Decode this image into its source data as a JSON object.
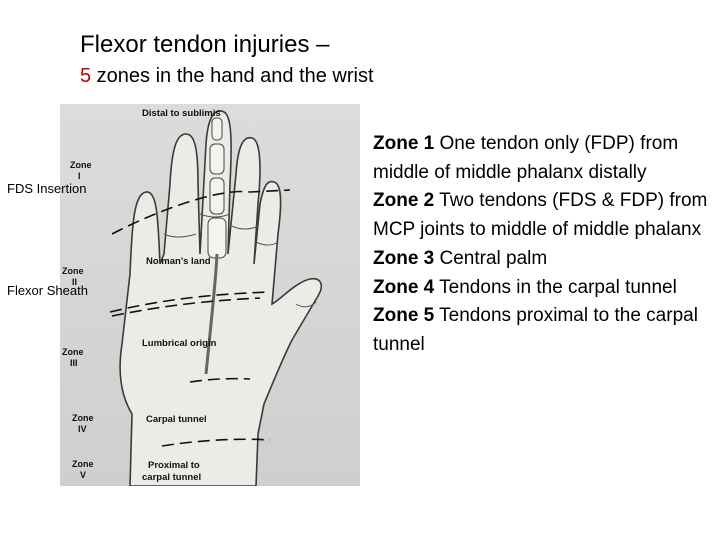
{
  "slide": {
    "title": "Flexor tendon injuries –",
    "subtitle_number": "5",
    "subtitle_rest": " zones in the hand and the wrist"
  },
  "figure": {
    "labels": {
      "distal": "Distal to sublimis",
      "zone1_word": "Zone",
      "zone1_num": "I",
      "zone2_word": "Zone",
      "zone2_num": "II",
      "zone3_word": "Zone",
      "zone3_num": "III",
      "zone4_word": "Zone",
      "zone4_num": "IV",
      "zone5_word": "Zone",
      "zone5_num": "V",
      "no_mans": "No man's land",
      "lumbrical": "Lumbrical origin",
      "carpal": "Carpal tunnel",
      "proximal1": "Proximal to",
      "proximal2": "carpal tunnel"
    },
    "callouts": {
      "fds": "FDS Insertion",
      "sheath": "Flexor Sheath"
    }
  },
  "zones": [
    {
      "name": "Zone 1",
      "text": " One tendon only (FDP) from middle of middle phalanx distally"
    },
    {
      "name": "Zone 2",
      "text": " Two tendons (FDS & FDP) from MCP joints to middle of middle phalanx"
    },
    {
      "name": "Zone 3",
      "text": " Central palm"
    },
    {
      "name": "Zone 4",
      "text": " Tendons in the carpal tunnel"
    },
    {
      "name": "Zone 5",
      "text": " Tendons proximal to the carpal tunnel"
    }
  ],
  "colors": {
    "accent": "#c00000"
  }
}
